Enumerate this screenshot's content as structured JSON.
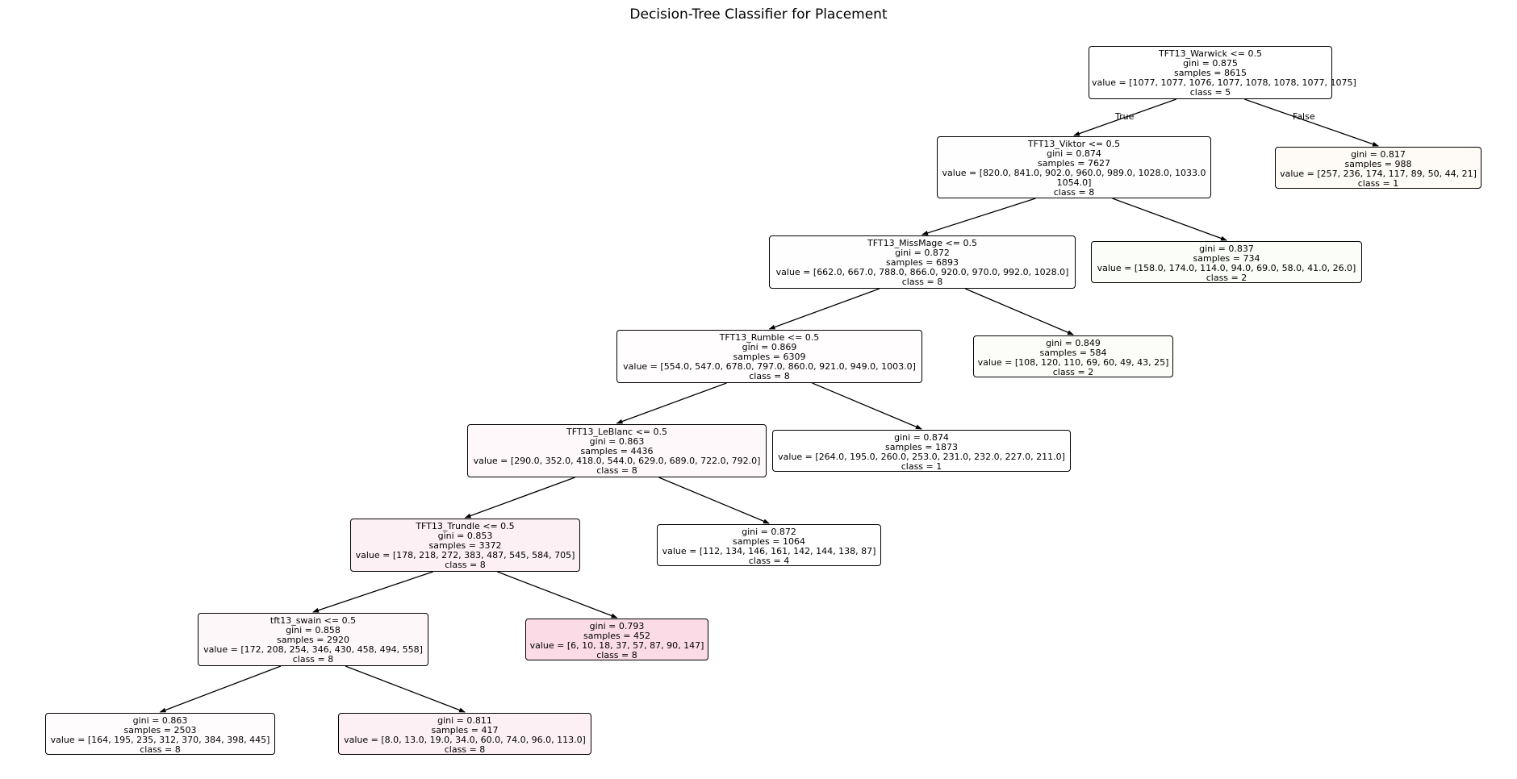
{
  "title": "Decision-Tree Classifier for Placement",
  "edge_labels": {
    "true": "True",
    "false": "False"
  },
  "nodes": [
    {
      "id": "n0",
      "condition": "TFT13_Warwick <= 0.5",
      "gini": "gini = 0.875",
      "samples": "samples = 8615",
      "value": "value = [1077, 1077, 1076, 1077, 1078, 1078, 1077, 1075]",
      "value2": "",
      "klass": "class = 5",
      "fill": "#ffffff"
    },
    {
      "id": "n1",
      "condition": "TFT13_Viktor <= 0.5",
      "gini": "gini = 0.874",
      "samples": "samples = 7627",
      "value": "value = [820.0, 841.0, 902.0, 960.0, 989.0, 1028.0, 1033.0",
      "value2": "1054.0]",
      "klass": "class = 8",
      "fill": "#fffefe"
    },
    {
      "id": "n2",
      "condition": "",
      "gini": "gini = 0.817",
      "samples": "samples = 988",
      "value": "value = [257, 236, 174, 117, 89, 50, 44, 21]",
      "value2": "",
      "klass": "class = 1",
      "fill": "#fefaf6"
    },
    {
      "id": "n3",
      "condition": "TFT13_MissMage <= 0.5",
      "gini": "gini = 0.872",
      "samples": "samples = 6893",
      "value": "value = [662.0, 667.0, 788.0, 866.0, 920.0, 970.0, 992.0, 1028.0]",
      "value2": "",
      "klass": "class = 8",
      "fill": "#fffefe"
    },
    {
      "id": "n4",
      "condition": "",
      "gini": "gini = 0.837",
      "samples": "samples = 734",
      "value": "value = [158.0, 174.0, 114.0, 94.0, 69.0, 58.0, 41.0, 26.0]",
      "value2": "",
      "klass": "class = 2",
      "fill": "#fbfdf8"
    },
    {
      "id": "n5",
      "condition": "TFT13_Rumble <= 0.5",
      "gini": "gini = 0.869",
      "samples": "samples = 6309",
      "value": "value = [554.0, 547.0, 678.0, 797.0, 860.0, 921.0, 949.0, 1003.0]",
      "value2": "",
      "klass": "class = 8",
      "fill": "#fffdfe"
    },
    {
      "id": "n6",
      "condition": "",
      "gini": "gini = 0.849",
      "samples": "samples = 584",
      "value": "value = [108, 120, 110, 69, 60, 49, 43, 25]",
      "value2": "",
      "klass": "class = 2",
      "fill": "#fcfdf9"
    },
    {
      "id": "n7",
      "condition": "TFT13_LeBlanc <= 0.5",
      "gini": "gini = 0.863",
      "samples": "samples = 4436",
      "value": "value = [290.0, 352.0, 418.0, 544.0, 629.0, 689.0, 722.0, 792.0]",
      "value2": "",
      "klass": "class = 8",
      "fill": "#fef8fa"
    },
    {
      "id": "n8",
      "condition": "",
      "gini": "gini = 0.874",
      "samples": "samples = 1873",
      "value": "value = [264.0, 195.0, 260.0, 253.0, 231.0, 232.0, 227.0, 211.0]",
      "value2": "",
      "klass": "class = 1",
      "fill": "#ffffff"
    },
    {
      "id": "n9",
      "condition": "TFT13_Trundle <= 0.5",
      "gini": "gini = 0.853",
      "samples": "samples = 3372",
      "value": "value = [178, 218, 272, 383, 487, 545, 584, 705]",
      "value2": "",
      "klass": "class = 8",
      "fill": "#fdf0f5"
    },
    {
      "id": "n10",
      "condition": "",
      "gini": "gini = 0.872",
      "samples": "samples = 1064",
      "value": "value = [112, 134, 146, 161, 142, 144, 138, 87]",
      "value2": "",
      "klass": "class = 4",
      "fill": "#ffffff"
    },
    {
      "id": "n11",
      "condition": "tft13_swain <= 0.5",
      "gini": "gini = 0.858",
      "samples": "samples = 2920",
      "value": "value = [172, 208, 254, 346, 430, 458, 494, 558]",
      "value2": "",
      "klass": "class = 8",
      "fill": "#fef7fa"
    },
    {
      "id": "n12",
      "condition": "",
      "gini": "gini = 0.793",
      "samples": "samples = 452",
      "value": "value = [6, 10, 18, 37, 57, 87, 90, 147]",
      "value2": "",
      "klass": "class = 8",
      "fill": "#fadbe6"
    },
    {
      "id": "n13",
      "condition": "",
      "gini": "gini = 0.863",
      "samples": "samples = 2503",
      "value": "value = [164, 195, 235, 312, 370, 384, 398, 445]",
      "value2": "",
      "klass": "class = 8",
      "fill": "#fffcfd"
    },
    {
      "id": "n14",
      "condition": "",
      "gini": "gini = 0.811",
      "samples": "samples = 417",
      "value": "value = [8.0, 13.0, 19.0, 34.0, 60.0, 74.0, 96.0, 113.0]",
      "value2": "",
      "klass": "class = 8",
      "fill": "#fdf0f4"
    }
  ]
}
